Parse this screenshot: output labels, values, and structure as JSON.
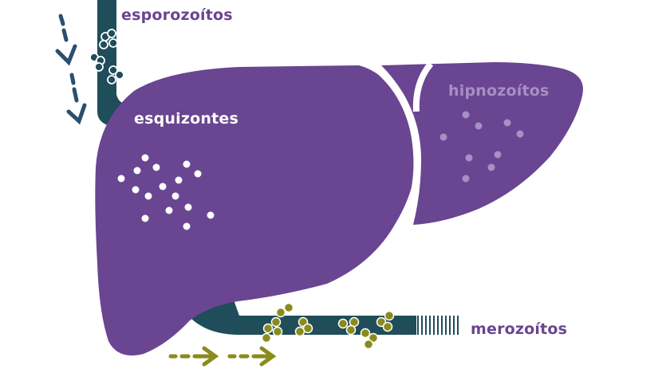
{
  "colors": {
    "liver": "#6a4591",
    "vessel": "#1f4d5a",
    "merozoite": "#8a8b1c",
    "dark_label": "#6a4591",
    "hypnozoite_label": "#a88fc4",
    "arrow_blue": "#2b4f6e",
    "arrow_olive": "#8a8b1c"
  },
  "labels": {
    "esporozoitos": "esporozoítos",
    "esquizontes": "esquizontes",
    "hipnozoitos": "hipnozoítos",
    "merozoitos": "merozoítos"
  }
}
